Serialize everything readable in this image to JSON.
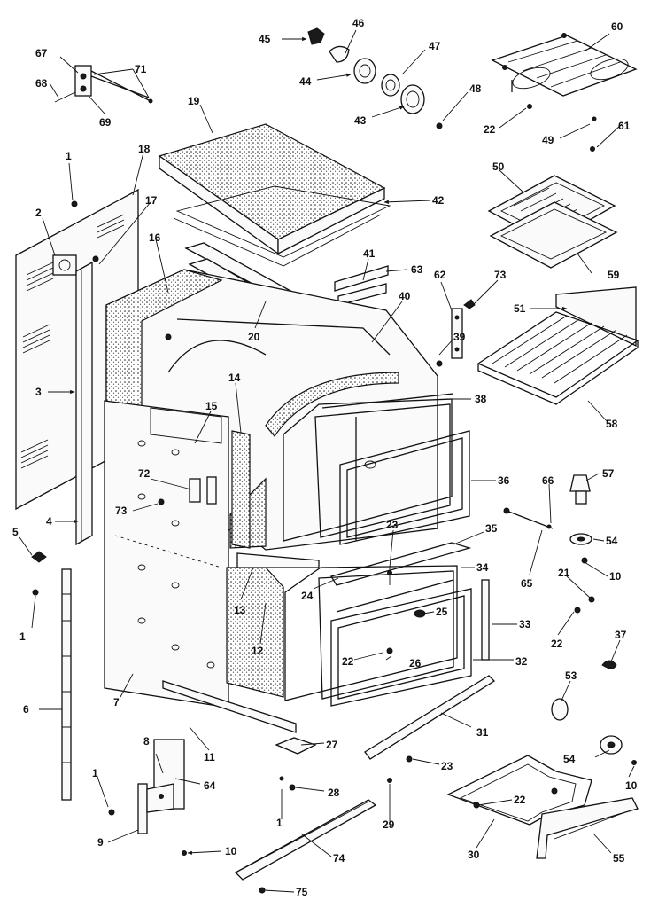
{
  "callouts": [
    {
      "id": "67",
      "label": "67"
    },
    {
      "id": "71",
      "label": "71"
    },
    {
      "id": "68",
      "label": "68"
    },
    {
      "id": "69",
      "label": "69"
    },
    {
      "id": "45",
      "label": "45"
    },
    {
      "id": "46",
      "label": "46"
    },
    {
      "id": "47",
      "label": "47"
    },
    {
      "id": "44",
      "label": "44"
    },
    {
      "id": "48",
      "label": "48"
    },
    {
      "id": "43",
      "label": "43"
    },
    {
      "id": "60",
      "label": "60"
    },
    {
      "id": "22a",
      "label": "22"
    },
    {
      "id": "49",
      "label": "49"
    },
    {
      "id": "61",
      "label": "61"
    },
    {
      "id": "19",
      "label": "19"
    },
    {
      "id": "1a",
      "label": "1"
    },
    {
      "id": "18",
      "label": "18"
    },
    {
      "id": "17",
      "label": "17"
    },
    {
      "id": "2",
      "label": "2"
    },
    {
      "id": "16",
      "label": "16"
    },
    {
      "id": "42",
      "label": "42"
    },
    {
      "id": "50",
      "label": "50"
    },
    {
      "id": "59",
      "label": "59"
    },
    {
      "id": "41",
      "label": "41"
    },
    {
      "id": "63",
      "label": "63"
    },
    {
      "id": "62",
      "label": "62"
    },
    {
      "id": "73a",
      "label": "73"
    },
    {
      "id": "20",
      "label": "20"
    },
    {
      "id": "40",
      "label": "40"
    },
    {
      "id": "51",
      "label": "51"
    },
    {
      "id": "39",
      "label": "39"
    },
    {
      "id": "3",
      "label": "3"
    },
    {
      "id": "14",
      "label": "14"
    },
    {
      "id": "15",
      "label": "15"
    },
    {
      "id": "38",
      "label": "38"
    },
    {
      "id": "58",
      "label": "58"
    },
    {
      "id": "72",
      "label": "72"
    },
    {
      "id": "36",
      "label": "36"
    },
    {
      "id": "66",
      "label": "66"
    },
    {
      "id": "57",
      "label": "57"
    },
    {
      "id": "73b",
      "label": "73"
    },
    {
      "id": "4",
      "label": "4"
    },
    {
      "id": "23a",
      "label": "23"
    },
    {
      "id": "5",
      "label": "5"
    },
    {
      "id": "35",
      "label": "35"
    },
    {
      "id": "54a",
      "label": "54"
    },
    {
      "id": "34",
      "label": "34"
    },
    {
      "id": "10a",
      "label": "10"
    },
    {
      "id": "24",
      "label": "24"
    },
    {
      "id": "65",
      "label": "65"
    },
    {
      "id": "21",
      "label": "21"
    },
    {
      "id": "1b",
      "label": "1"
    },
    {
      "id": "13",
      "label": "13"
    },
    {
      "id": "25",
      "label": "25"
    },
    {
      "id": "33",
      "label": "33"
    },
    {
      "id": "22b",
      "label": "22"
    },
    {
      "id": "12",
      "label": "12"
    },
    {
      "id": "37",
      "label": "37"
    },
    {
      "id": "22c",
      "label": "22"
    },
    {
      "id": "26",
      "label": "26"
    },
    {
      "id": "32",
      "label": "32"
    },
    {
      "id": "6",
      "label": "6"
    },
    {
      "id": "7",
      "label": "7"
    },
    {
      "id": "53",
      "label": "53"
    },
    {
      "id": "31",
      "label": "31"
    },
    {
      "id": "11",
      "label": "11"
    },
    {
      "id": "27",
      "label": "27"
    },
    {
      "id": "8",
      "label": "8"
    },
    {
      "id": "23b",
      "label": "23"
    },
    {
      "id": "54b",
      "label": "54"
    },
    {
      "id": "64",
      "label": "64"
    },
    {
      "id": "1c",
      "label": "1"
    },
    {
      "id": "28",
      "label": "28"
    },
    {
      "id": "10b",
      "label": "10"
    },
    {
      "id": "22d",
      "label": "22"
    },
    {
      "id": "1d",
      "label": "1"
    },
    {
      "id": "29",
      "label": "29"
    },
    {
      "id": "9",
      "label": "9"
    },
    {
      "id": "10c",
      "label": "10"
    },
    {
      "id": "30",
      "label": "30"
    },
    {
      "id": "55",
      "label": "55"
    },
    {
      "id": "74",
      "label": "74"
    },
    {
      "id": "75",
      "label": "75"
    }
  ]
}
